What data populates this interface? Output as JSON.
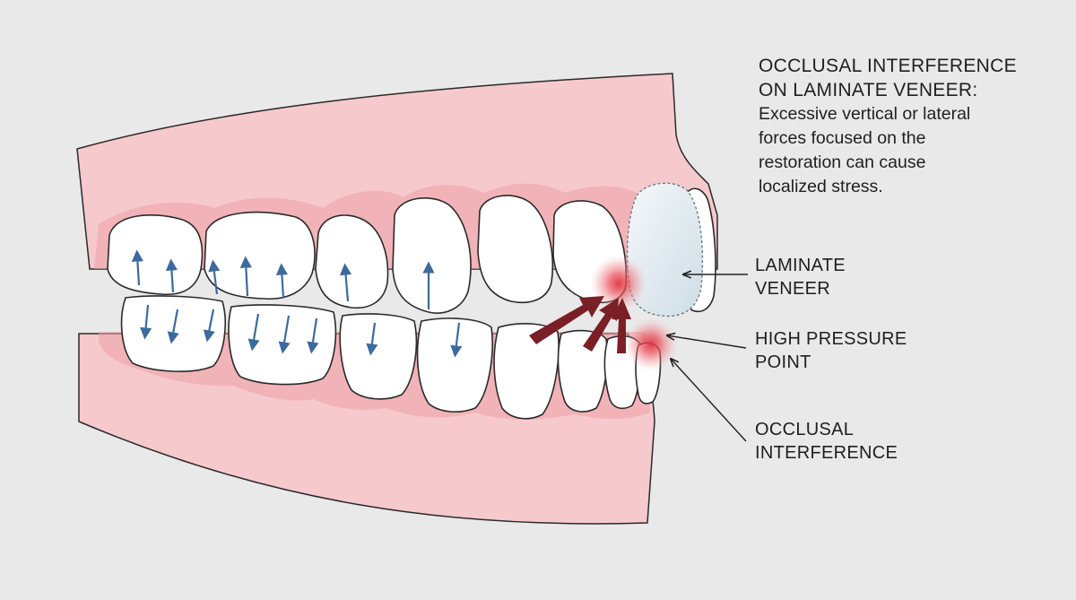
{
  "caption": {
    "title_line1": "OCCLUSAL INTERFERENCE",
    "title_line2": "ON LAMINATE VENEER:",
    "body_lines": [
      "Excessive vertical or lateral",
      "forces focused on the",
      "restoration can cause",
      "localized stress."
    ]
  },
  "labels": {
    "veneer": [
      "LAMINATE",
      "VENEER"
    ],
    "pressure": [
      "HIGH PRESSURE",
      "POINT"
    ],
    "interference": [
      "OCCLUSAL",
      "INTERFERENCE"
    ]
  },
  "colors": {
    "background": "#e9e9e9",
    "gum": "#f6c9cd",
    "gum_shadow": "#eca0a7",
    "tooth_fill": "#ffffff",
    "tooth_outline": "#2a2a2a",
    "veneer_fill": "#dde9ef",
    "force_arrow": "#7b1f26",
    "occlusal_arrow": "#3d6a9c",
    "pressure_glow": "#e0303c"
  }
}
